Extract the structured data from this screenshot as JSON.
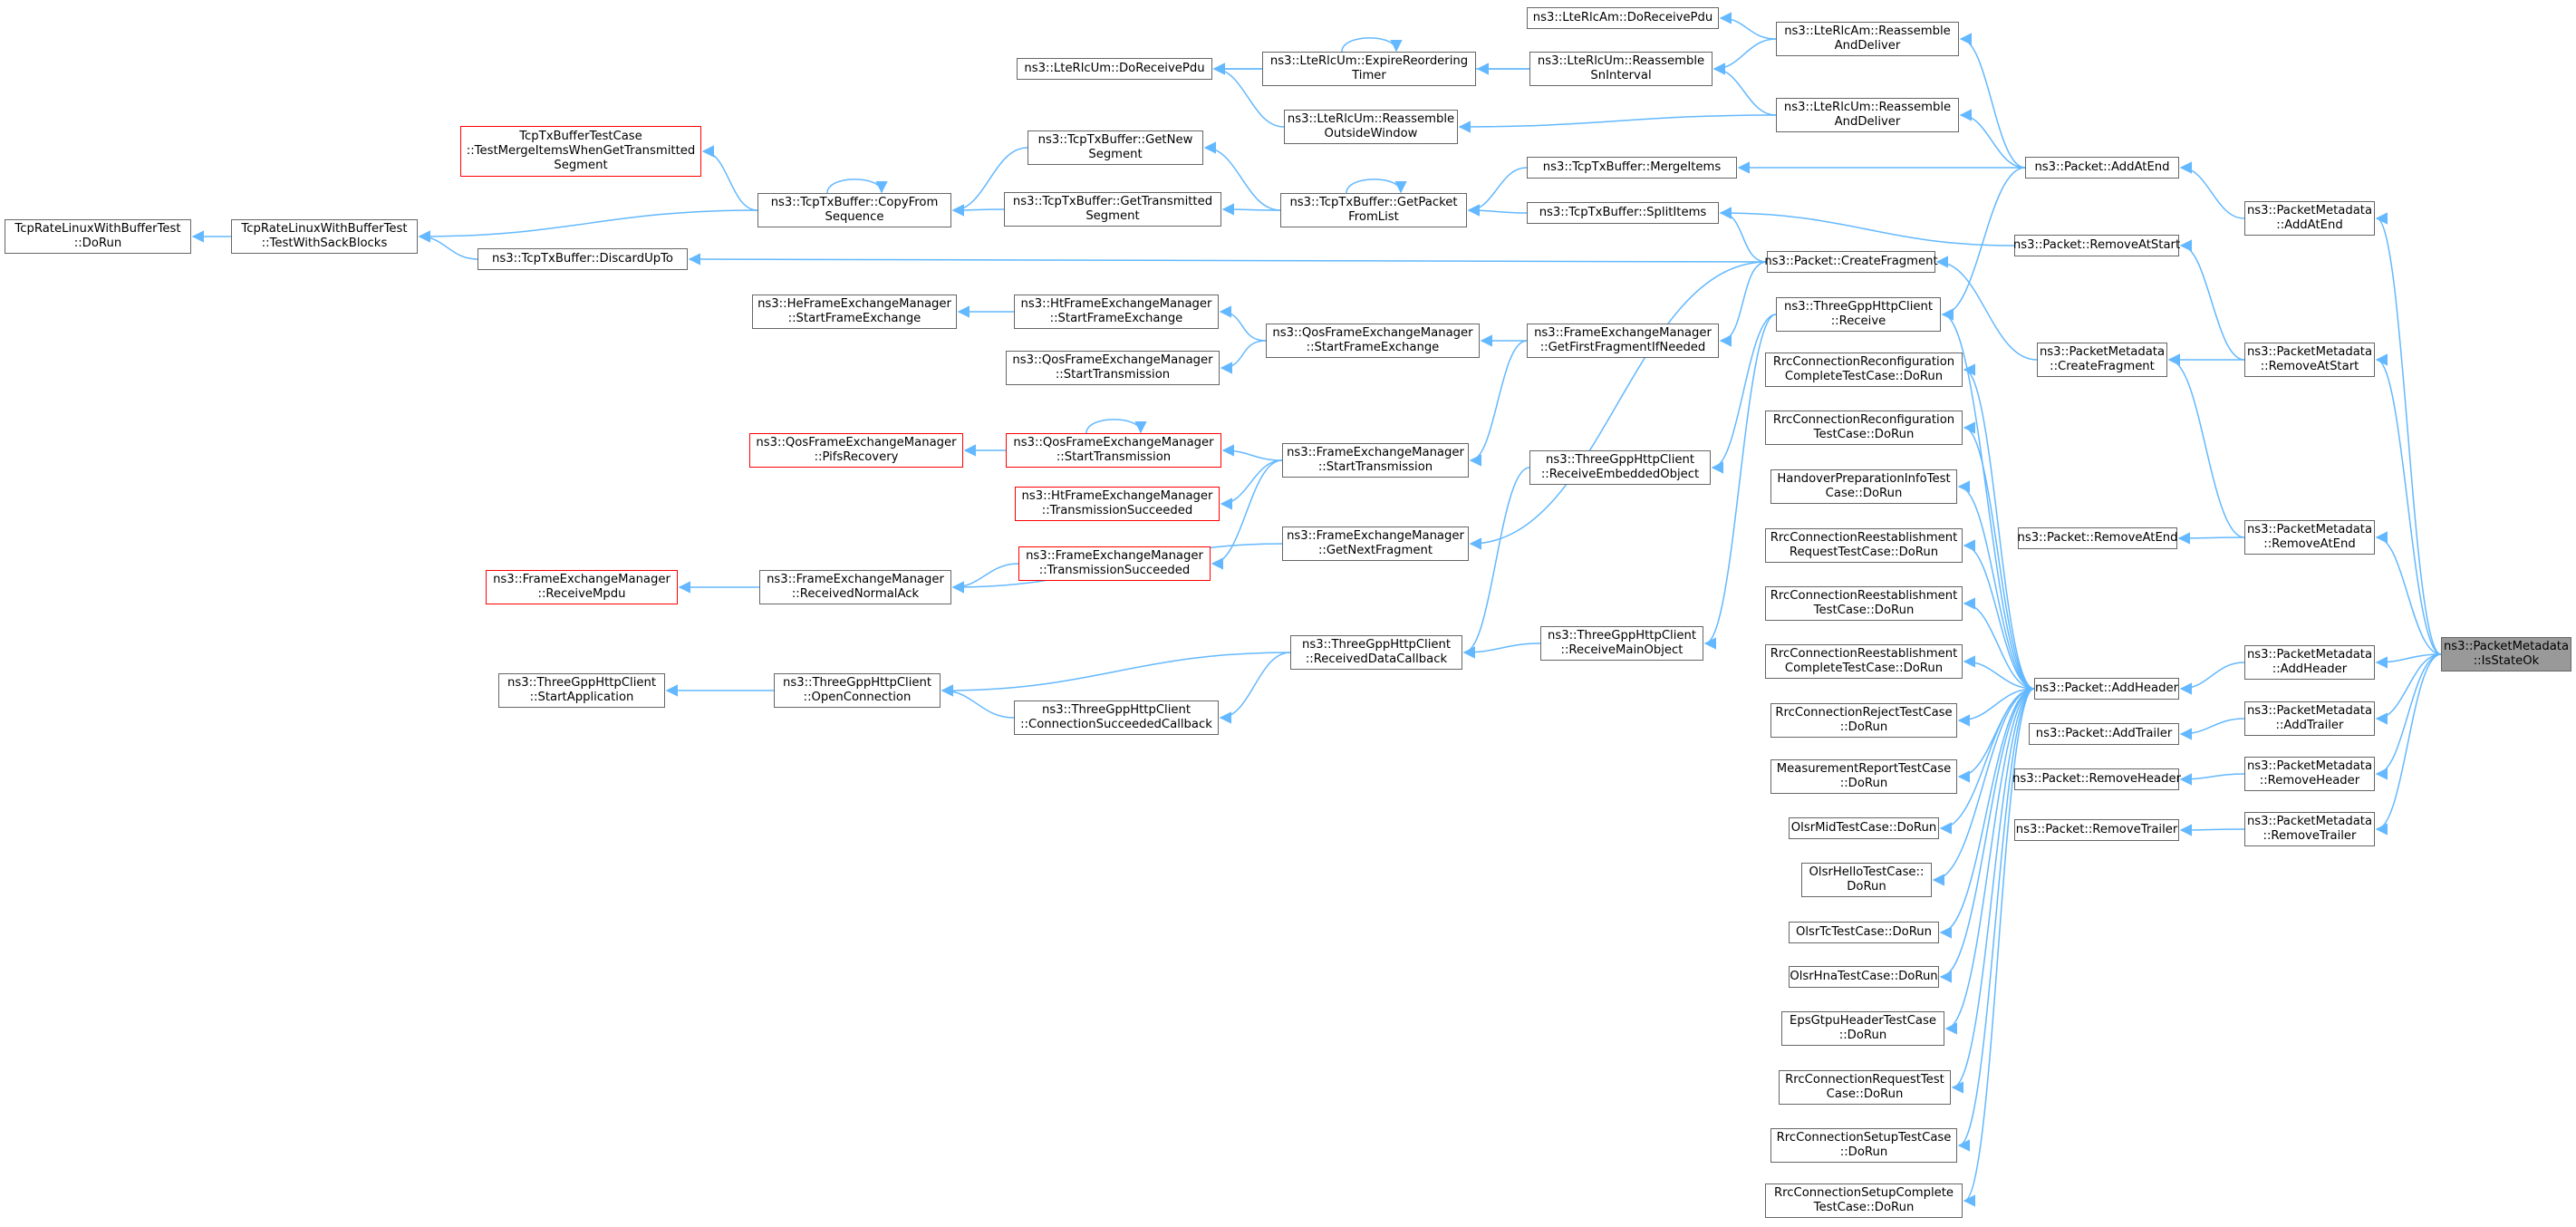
{
  "colors": {
    "edge": "#63b8ff",
    "node_border": "#666666",
    "red_border": "#ff0000",
    "root_fill": "#999999"
  },
  "nodes": [
    {
      "id": "isstateok",
      "label": "ns3::PacketMetadata\n::IsStateOk",
      "style": "root"
    },
    {
      "id": "pm_addatend",
      "label": "ns3::PacketMetadata\n::AddAtEnd",
      "style": "normal"
    },
    {
      "id": "pm_removeatstart",
      "label": "ns3::PacketMetadata\n::RemoveAtStart",
      "style": "normal"
    },
    {
      "id": "pm_removeatend",
      "label": "ns3::PacketMetadata\n::RemoveAtEnd",
      "style": "normal"
    },
    {
      "id": "pm_addheader",
      "label": "ns3::PacketMetadata\n::AddHeader",
      "style": "normal"
    },
    {
      "id": "pm_addtrailer",
      "label": "ns3::PacketMetadata\n::AddTrailer",
      "style": "normal"
    },
    {
      "id": "pm_removeheader",
      "label": "ns3::PacketMetadata\n::RemoveHeader",
      "style": "normal"
    },
    {
      "id": "pm_removetrailer",
      "label": "ns3::PacketMetadata\n::RemoveTrailer",
      "style": "normal"
    },
    {
      "id": "pm_createfragment",
      "label": "ns3::PacketMetadata\n::CreateFragment",
      "style": "normal"
    },
    {
      "id": "p_addatend",
      "label": "ns3::Packet::AddAtEnd",
      "style": "normal"
    },
    {
      "id": "p_removeatstart",
      "label": "ns3::Packet::RemoveAtStart",
      "style": "normal"
    },
    {
      "id": "p_removeatend",
      "label": "ns3::Packet::RemoveAtEnd",
      "style": "normal"
    },
    {
      "id": "p_addheader",
      "label": "ns3::Packet::AddHeader",
      "style": "normal"
    },
    {
      "id": "p_addtrailer",
      "label": "ns3::Packet::AddTrailer",
      "style": "normal"
    },
    {
      "id": "p_removeheader",
      "label": "ns3::Packet::RemoveHeader",
      "style": "normal"
    },
    {
      "id": "p_removetrailer",
      "label": "ns3::Packet::RemoveTrailer",
      "style": "normal"
    },
    {
      "id": "p_createfragment",
      "label": "ns3::Packet::CreateFragment",
      "style": "normal"
    },
    {
      "id": "am_reassemble",
      "label": "ns3::LteRlcAm::Reassemble\nAndDeliver",
      "style": "normal"
    },
    {
      "id": "um_reassemble",
      "label": "ns3::LteRlcUm::Reassemble\nAndDeliver",
      "style": "normal"
    },
    {
      "id": "tcp_mergeitems",
      "label": "ns3::TcpTxBuffer::MergeItems",
      "style": "normal"
    },
    {
      "id": "tcp_splititems",
      "label": "ns3::TcpTxBuffer::SplitItems",
      "style": "normal"
    },
    {
      "id": "am_doreceivepdu",
      "label": "ns3::LteRlcAm::DoReceivePdu",
      "style": "normal"
    },
    {
      "id": "um_reassemblesn",
      "label": "ns3::LteRlcUm::Reassemble\nSnInterval",
      "style": "normal"
    },
    {
      "id": "um_expire",
      "label": "ns3::LteRlcUm::ExpireReordering\nTimer",
      "style": "normal"
    },
    {
      "id": "um_doreceivepdu",
      "label": "ns3::LteRlcUm::DoReceivePdu",
      "style": "normal"
    },
    {
      "id": "um_reassembleoutside",
      "label": "ns3::LteRlcUm::Reassemble\nOutsideWindow",
      "style": "normal"
    },
    {
      "id": "tcp_getpacketfromlist",
      "label": "ns3::TcpTxBuffer::GetPacket\nFromList",
      "style": "normal"
    },
    {
      "id": "tcp_getnewsegment",
      "label": "ns3::TcpTxBuffer::GetNew\nSegment",
      "style": "normal"
    },
    {
      "id": "tcp_gettransmitted",
      "label": "ns3::TcpTxBuffer::GetTransmitted\nSegment",
      "style": "normal"
    },
    {
      "id": "tcp_copyfromsequence",
      "label": "ns3::TcpTxBuffer::CopyFrom\nSequence",
      "style": "normal"
    },
    {
      "id": "tcp_testmerge",
      "label": "TcpTxBufferTestCase\n::TestMergeItemsWhenGetTransmitted\nSegment",
      "style": "red"
    },
    {
      "id": "tcp_testwithsack",
      "label": "TcpRateLinuxWithBufferTest\n::TestWithSackBlocks",
      "style": "normal"
    },
    {
      "id": "tcp_dorun",
      "label": "TcpRateLinuxWithBufferTest\n::DoRun",
      "style": "normal"
    },
    {
      "id": "tcp_discardupto",
      "label": "ns3::TcpTxBuffer::DiscardUpTo",
      "style": "normal"
    },
    {
      "id": "threegpp_receive",
      "label": "ns3::ThreeGppHttpClient\n::Receive",
      "style": "normal"
    },
    {
      "id": "fem_getfirstfragment",
      "label": "ns3::FrameExchangeManager\n::GetFirstFragmentIfNeeded",
      "style": "normal"
    },
    {
      "id": "qos_startframeexchange",
      "label": "ns3::QosFrameExchangeManager\n::StartFrameExchange",
      "style": "normal"
    },
    {
      "id": "ht_startframeexchange",
      "label": "ns3::HtFrameExchangeManager\n::StartFrameExchange",
      "style": "normal"
    },
    {
      "id": "he_startframeexchange",
      "label": "ns3::HeFrameExchangeManager\n::StartFrameExchange",
      "style": "normal"
    },
    {
      "id": "qos_starttransmission",
      "label": "ns3::QosFrameExchangeManager\n::StartTransmission",
      "style": "normal"
    },
    {
      "id": "fem_starttransmission",
      "label": "ns3::FrameExchangeManager\n::StartTransmission",
      "style": "normal"
    },
    {
      "id": "qos_starttransmission_red",
      "label": "ns3::QosFrameExchangeManager\n::StartTransmission",
      "style": "red"
    },
    {
      "id": "qos_pifsrecovery",
      "label": "ns3::QosFrameExchangeManager\n::PifsRecovery",
      "style": "red"
    },
    {
      "id": "ht_transmissionsucceeded",
      "label": "ns3::HtFrameExchangeManager\n::TransmissionSucceeded",
      "style": "red"
    },
    {
      "id": "fem_transmissionsucceeded",
      "label": "ns3::FrameExchangeManager\n::TransmissionSucceeded",
      "style": "red"
    },
    {
      "id": "fem_getnextfragment",
      "label": "ns3::FrameExchangeManager\n::GetNextFragment",
      "style": "normal"
    },
    {
      "id": "fem_receivednormalack",
      "label": "ns3::FrameExchangeManager\n::ReceivedNormalAck",
      "style": "normal"
    },
    {
      "id": "fem_receivempdu",
      "label": "ns3::FrameExchangeManager\n::ReceiveMpdu",
      "style": "red"
    },
    {
      "id": "threegpp_receiveembedded",
      "label": "ns3::ThreeGppHttpClient\n::ReceiveEmbeddedObject",
      "style": "normal"
    },
    {
      "id": "threegpp_receivemain",
      "label": "ns3::ThreeGppHttpClient\n::ReceiveMainObject",
      "style": "normal"
    },
    {
      "id": "threegpp_receiveddatacallback",
      "label": "ns3::ThreeGppHttpClient\n::ReceivedDataCallback",
      "style": "normal"
    },
    {
      "id": "threegpp_openconnection",
      "label": "ns3::ThreeGppHttpClient\n::OpenConnection",
      "style": "normal"
    },
    {
      "id": "threegpp_startapplication",
      "label": "ns3::ThreeGppHttpClient\n::StartApplication",
      "style": "normal"
    },
    {
      "id": "threegpp_connectionsucceeded",
      "label": "ns3::ThreeGppHttpClient\n::ConnectionSucceededCallback",
      "style": "normal"
    },
    {
      "id": "rrc_reconfigcomplete",
      "label": "RrcConnectionReconfiguration\nCompleteTestCase::DoRun",
      "style": "normal"
    },
    {
      "id": "rrc_reconfig",
      "label": "RrcConnectionReconfiguration\nTestCase::DoRun",
      "style": "normal"
    },
    {
      "id": "handover",
      "label": "HandoverPreparationInfoTest\nCase::DoRun",
      "style": "normal"
    },
    {
      "id": "rrc_reestrequest",
      "label": "RrcConnectionReestablishment\nRequestTestCase::DoRun",
      "style": "normal"
    },
    {
      "id": "rrc_reest",
      "label": "RrcConnectionReestablishment\nTestCase::DoRun",
      "style": "normal"
    },
    {
      "id": "rrc_reestcomplete",
      "label": "RrcConnectionReestablishment\nCompleteTestCase::DoRun",
      "style": "normal"
    },
    {
      "id": "rrc_reject",
      "label": "RrcConnectionRejectTestCase\n::DoRun",
      "style": "normal"
    },
    {
      "id": "measurement",
      "label": "MeasurementReportTestCase\n::DoRun",
      "style": "normal"
    },
    {
      "id": "olsr_mid",
      "label": "OlsrMidTestCase::DoRun",
      "style": "normal"
    },
    {
      "id": "olsr_hello",
      "label": "OlsrHelloTestCase::\nDoRun",
      "style": "normal"
    },
    {
      "id": "olsr_tc",
      "label": "OlsrTcTestCase::DoRun",
      "style": "normal"
    },
    {
      "id": "olsr_hna",
      "label": "OlsrHnaTestCase::DoRun",
      "style": "normal"
    },
    {
      "id": "epsgtpu",
      "label": "EpsGtpuHeaderTestCase\n::DoRun",
      "style": "normal"
    },
    {
      "id": "rrc_request",
      "label": "RrcConnectionRequestTest\nCase::DoRun",
      "style": "normal"
    },
    {
      "id": "rrc_setup",
      "label": "RrcConnectionSetupTestCase\n::DoRun",
      "style": "normal"
    },
    {
      "id": "rrc_setupcomplete",
      "label": "RrcConnectionSetupComplete\nTestCase::DoRun",
      "style": "normal"
    }
  ]
}
